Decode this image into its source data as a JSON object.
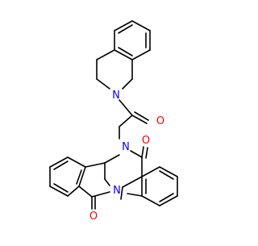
{
  "molecule": {
    "atom_labels": {
      "n_isoquinoline": "N",
      "o_amide_ketone": "O",
      "n_quinazolinone": "N",
      "o_quinazolinone": "O",
      "n_bridge": "N",
      "o_isoindolone": "O"
    },
    "colors": {
      "bond": "#000000",
      "nitrogen": "#0000ff",
      "oxygen": "#ff0000"
    }
  }
}
